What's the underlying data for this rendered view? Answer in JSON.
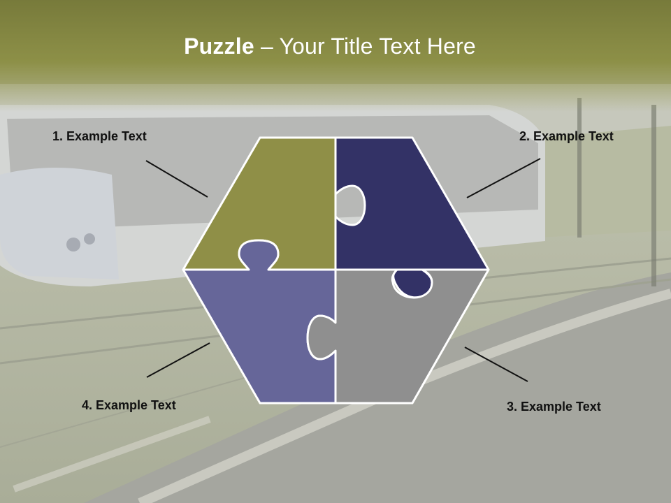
{
  "slide": {
    "title_bold": "Puzzle",
    "title_rest": " – Your Title Text Here",
    "labels": [
      "1. Example Text",
      "2. Example Text",
      "3. Example Text",
      "4. Example Text"
    ]
  },
  "colors": {
    "header_band": "#8a8c46",
    "piece_top_left": "#8f8f47",
    "piece_top_right": "#333266",
    "piece_bottom_left": "#666699",
    "piece_bottom_right": "#8f8f8f",
    "piece_outline": "#ffffff",
    "connector_line": "#111111"
  }
}
